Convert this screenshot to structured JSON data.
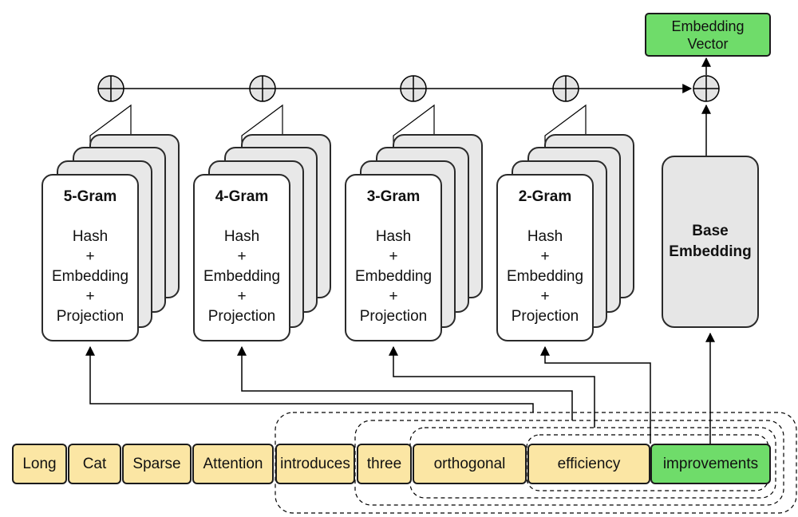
{
  "grams": [
    {
      "title": "5-Gram",
      "lines": [
        "Hash",
        "+",
        "Embedding",
        "+",
        "Projection"
      ]
    },
    {
      "title": "4-Gram",
      "lines": [
        "Hash",
        "+",
        "Embedding",
        "+",
        "Projection"
      ]
    },
    {
      "title": "3-Gram",
      "lines": [
        "Hash",
        "+",
        "Embedding",
        "+",
        "Projection"
      ]
    },
    {
      "title": "2-Gram",
      "lines": [
        "Hash",
        "+",
        "Embedding",
        "+",
        "Projection"
      ]
    }
  ],
  "base_embedding": {
    "line1": "Base",
    "line2": "Embedding"
  },
  "output": {
    "line1": "Embedding",
    "line2": "Vector"
  },
  "tokens": [
    "Long",
    "Cat",
    "Sparse",
    "Attention",
    "introduces",
    "three",
    "orthogonal",
    "efficiency",
    "improvements"
  ],
  "colors": {
    "token": "#fbe6a4",
    "highlight": "#6fdc6a",
    "base": "#e6e6e6",
    "plus_node": "#e4e4e4"
  }
}
